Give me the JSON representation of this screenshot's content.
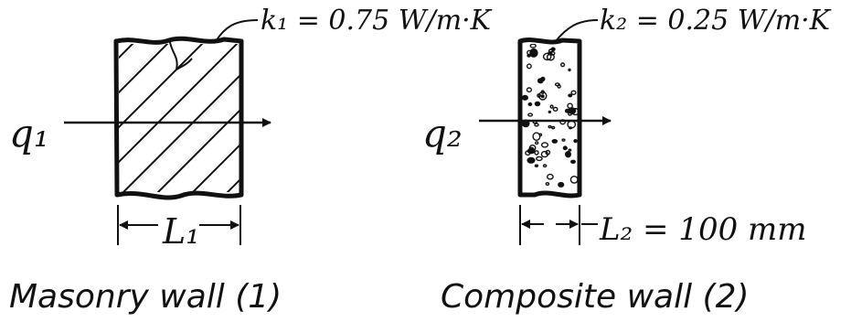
{
  "colors": {
    "ink": "#111111",
    "background": "#ffffff"
  },
  "wall1": {
    "k_label": "k₁ = 0.75 W/m·K",
    "q_label": "q₁",
    "L_label": "L₁",
    "caption": "Masonry wall (1)",
    "fill_pattern": "diagonal-hatch"
  },
  "wall2": {
    "k_label": "k₂ = 0.25 W/m·K",
    "q_label": "q₂",
    "L_label": "L₂ = 100 mm",
    "caption": "Composite wall (2)",
    "fill_pattern": "speckled-composite"
  }
}
